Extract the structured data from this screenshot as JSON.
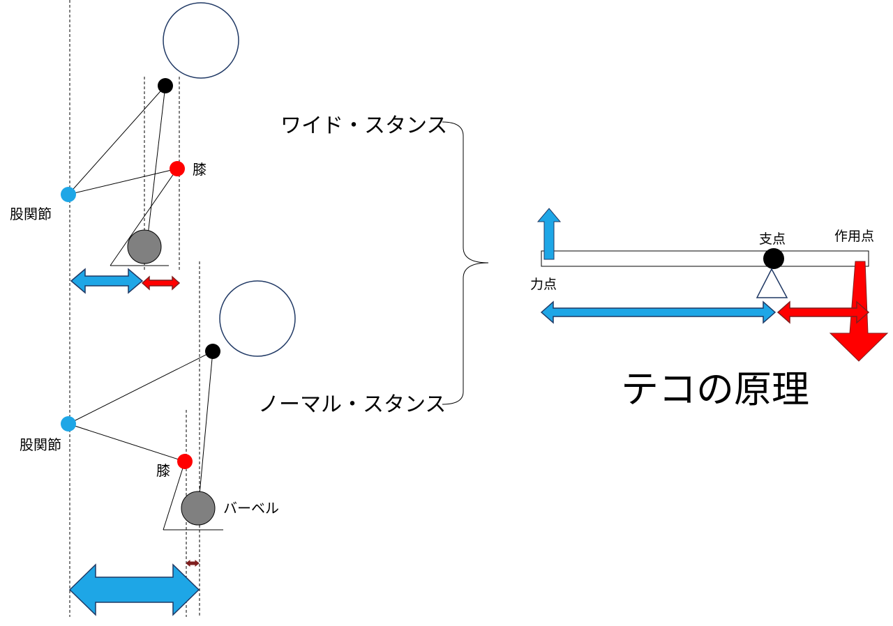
{
  "labels": {
    "wide_stance": "ワイド・スタンス",
    "normal_stance": "ノーマル・スタンス",
    "hip_joint_top": "股関節",
    "hip_joint_bottom": "股関節",
    "knee_top": "膝",
    "knee_bottom": "膝",
    "barbell": "バーベル",
    "effort_point": "力点",
    "fulcrum": "支点",
    "load_point": "作用点",
    "title": "テコの原理"
  },
  "colors": {
    "hip": "#1EA6E6",
    "knee": "#FF0000",
    "barbell": "#808080",
    "head_stroke": "#1F3864",
    "effort_arrow": "#1EA6E6",
    "load_arrow": "#FF0000",
    "dark_arrow": "#7F1F1F",
    "outline": "#1F3864"
  }
}
